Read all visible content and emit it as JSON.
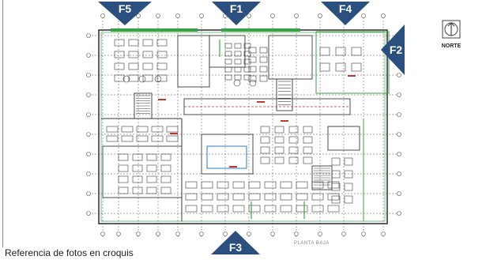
{
  "caption": "Referencia de fotos en croquis",
  "plan_title": "PLANTA BAJA",
  "north_label": "NORTE",
  "markers": [
    {
      "id": "F5",
      "label": "F5",
      "direction": "down"
    },
    {
      "id": "F1",
      "label": "F1",
      "direction": "down"
    },
    {
      "id": "F4",
      "label": "F4",
      "direction": "down"
    },
    {
      "id": "F2",
      "label": "F2",
      "direction": "left"
    },
    {
      "id": "F3",
      "label": "F3",
      "direction": "up"
    }
  ],
  "colors": {
    "marker": "#2b4f7f",
    "plan_line": "#3a3a3a",
    "plan_green": "#3aa34a",
    "plan_red": "#c4352c",
    "plan_blue": "#2a7dc3",
    "grid": "#555555"
  }
}
